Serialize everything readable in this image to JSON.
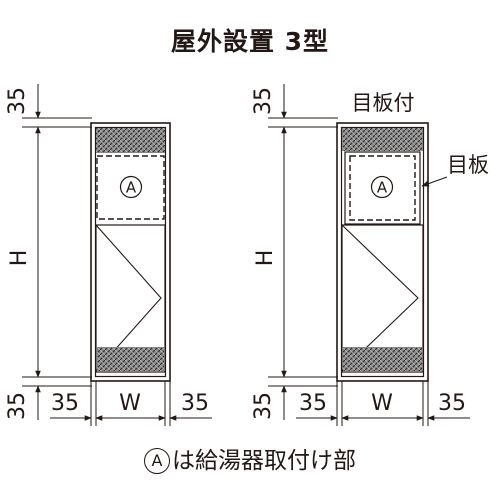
{
  "title": "屋外設置 3型",
  "footnote": {
    "marker": "A",
    "text": "は給湯器取付け部"
  },
  "left": {
    "top_dim": "35",
    "height_dim": "H",
    "bottom_dim": "35",
    "left_dim": "35",
    "width_dim": "W",
    "right_dim": "35",
    "heater_marker": "A"
  },
  "right": {
    "top_dim": "35",
    "height_dim": "H",
    "bottom_dim": "35",
    "left_dim": "35",
    "width_dim": "W",
    "right_dim": "35",
    "heater_marker": "A",
    "label_top": "目板付",
    "label_side": "目板"
  }
}
